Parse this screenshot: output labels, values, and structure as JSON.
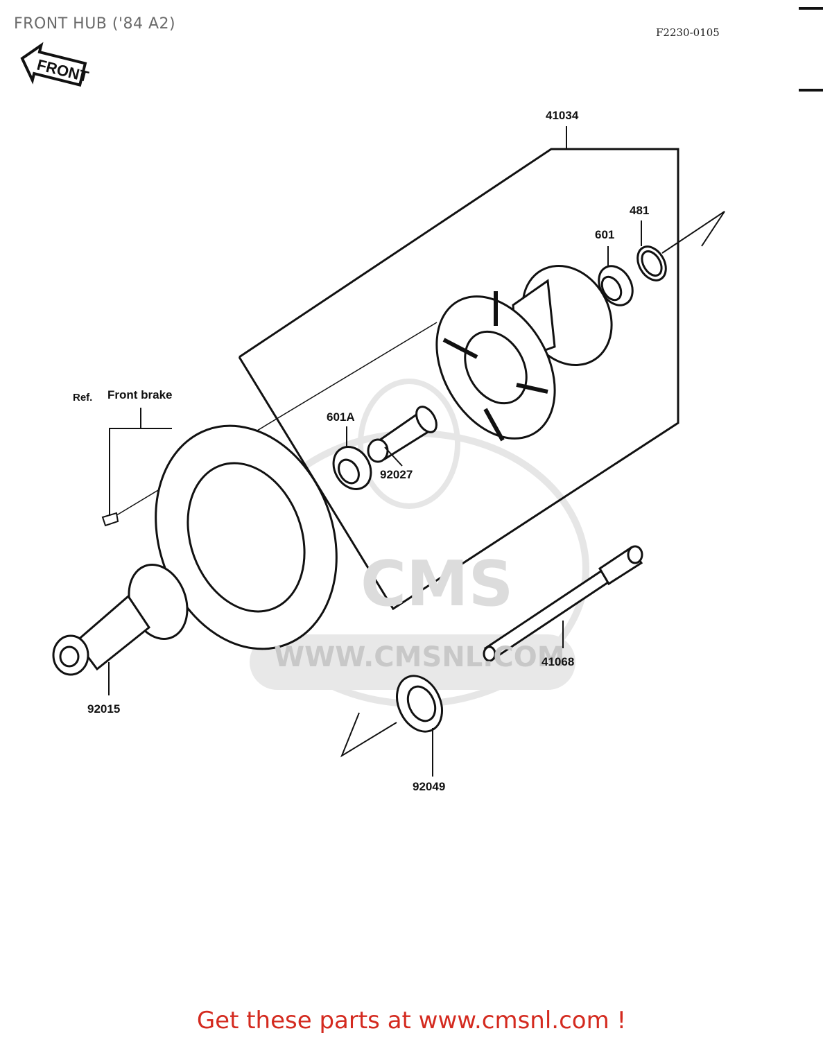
{
  "page": {
    "title": "FRONT HUB ('84 A2)",
    "figure_code": "F2230-0105",
    "footer_link": "Get these parts at www.cmsnl.com !"
  },
  "watermark": {
    "brand": "CMS",
    "url": "WWW.CMSNL.COM"
  },
  "front_arrow": {
    "label": "FRONT"
  },
  "reference": {
    "ref_label": "Ref.",
    "name": "Front brake"
  },
  "parts": [
    {
      "number": "41034"
    },
    {
      "number": "481"
    },
    {
      "number": "601"
    },
    {
      "number": "601A"
    },
    {
      "number": "92027"
    },
    {
      "number": "41068"
    },
    {
      "number": "92015"
    },
    {
      "number": "92049"
    }
  ],
  "colors": {
    "footer": "#d42a1f",
    "line": "#111111",
    "watermark": "#dcdcdc"
  }
}
